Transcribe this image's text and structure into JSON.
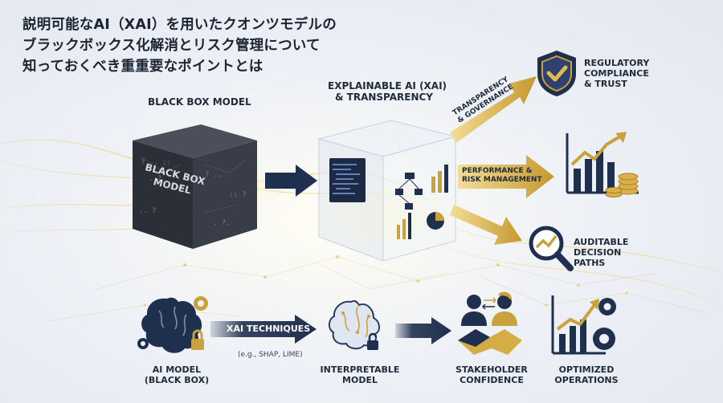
{
  "title": {
    "line1": "説明可能なAI（XAI）を用いたクオンツモデルの",
    "line2": "ブラックボックス化解消とリスク管理について",
    "line3": "知っておくべき重重要なポイントとは"
  },
  "top": {
    "black_box_label": "BLACK BOX MODEL",
    "black_box_face": "BLACK BOX MODEL",
    "xai_label_line1": "EXPLAINABLE AI (XAI)",
    "xai_label_line2": "& TRANSPARENCY",
    "arrow1_text_line1": "TRANSPARENCY",
    "arrow1_text_line2": "& GOVERNANCE",
    "arrow2_text_line1": "PERFORMANCE &",
    "arrow2_text_line2": "RISK MANAGEMENT",
    "out1_line1": "REGULATORY",
    "out1_line2": "COMPLIANCE",
    "out1_line3": "& TRUST",
    "out3_line1": "AUDITABLE",
    "out3_line2": "DECISION",
    "out3_line3": "PATHS"
  },
  "bottom": {
    "step1_line1": "AI MODEL",
    "step1_line2": "(BLACK BOX)",
    "arrow_label": "XAI TECHNIQUES",
    "arrow_sub": "(e.g., SHAP, LIME)",
    "step2_line1": "INTERPRETABLE",
    "step2_line2": "MODEL",
    "step3_line1": "STAKEHOLDER",
    "step3_line2": "CONFIDENCE",
    "step4_line1": "OPTIMIZED",
    "step4_line2": "OPERATIONS"
  },
  "colors": {
    "navy": "#1f2f4e",
    "gold": "#c9a13d",
    "gold_light": "#f0d27a"
  },
  "icons": [
    "shield-check-icon",
    "bar-chart-coins-icon",
    "magnifier-chart-icon",
    "brain-gears-lock-icon",
    "brain-lock-icon",
    "handshake-people-icon",
    "growth-gears-icon"
  ]
}
